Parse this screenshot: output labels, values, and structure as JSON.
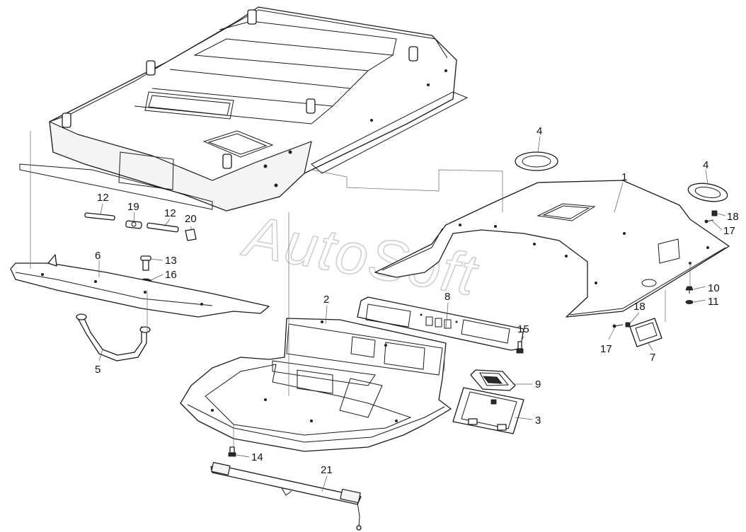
{
  "diagram": {
    "watermark": "AutoSoft",
    "callouts": [
      {
        "id": "c4a",
        "label": "4"
      },
      {
        "id": "c4b",
        "label": "4"
      },
      {
        "id": "c1",
        "label": "1"
      },
      {
        "id": "c18a",
        "label": "18"
      },
      {
        "id": "c17a",
        "label": "17"
      },
      {
        "id": "c12a",
        "label": "12"
      },
      {
        "id": "c19",
        "label": "19"
      },
      {
        "id": "c12b",
        "label": "12"
      },
      {
        "id": "c20",
        "label": "20"
      },
      {
        "id": "c6",
        "label": "6"
      },
      {
        "id": "c13",
        "label": "13"
      },
      {
        "id": "c16",
        "label": "16"
      },
      {
        "id": "c2",
        "label": "2"
      },
      {
        "id": "c8",
        "label": "8"
      },
      {
        "id": "c10",
        "label": "10"
      },
      {
        "id": "c11",
        "label": "11"
      },
      {
        "id": "c18b",
        "label": "18"
      },
      {
        "id": "c15",
        "label": "15"
      },
      {
        "id": "c17b",
        "label": "17"
      },
      {
        "id": "c7",
        "label": "7"
      },
      {
        "id": "c5",
        "label": "5"
      },
      {
        "id": "c9",
        "label": "9"
      },
      {
        "id": "c3",
        "label": "3"
      },
      {
        "id": "c14",
        "label": "14"
      },
      {
        "id": "c21",
        "label": "21"
      }
    ]
  }
}
